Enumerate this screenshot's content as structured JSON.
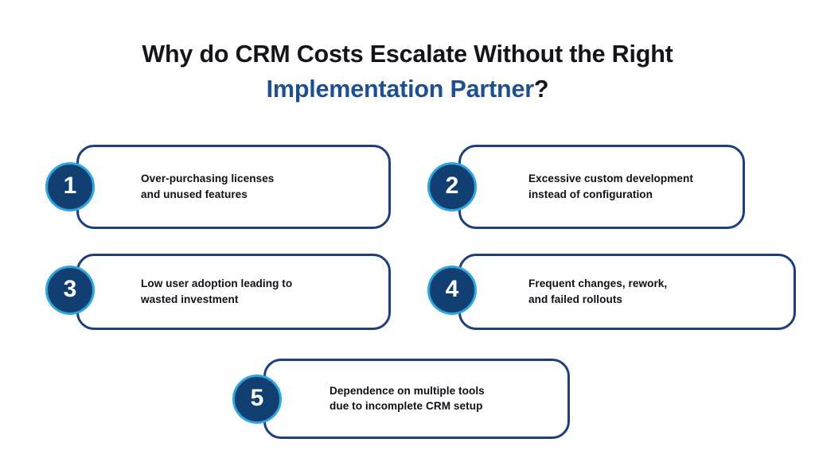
{
  "heading": {
    "line1": "Why do CRM Costs Escalate Without the Right",
    "line2_accent": "Implementation Partner",
    "line2_suffix": "?",
    "accent_color": "#1e4f8f",
    "text_color": "#14141c"
  },
  "theme": {
    "background": "#ffffff",
    "card_border": "#1b3f7f",
    "badge_fill": "#123f72",
    "badge_ring": "#2ea6e0",
    "badge_number_color": "#ffffff",
    "body_text": "#101018"
  },
  "cards": [
    {
      "number": "1",
      "line1": "Over-purchasing licenses",
      "line2": "and unused features"
    },
    {
      "number": "2",
      "line1": "Excessive custom development",
      "line2": "instead of configuration"
    },
    {
      "number": "3",
      "line1": "Low user adoption leading to",
      "line2": "wasted investment"
    },
    {
      "number": "4",
      "line1": "Frequent changes, rework,",
      "line2": "and failed rollouts"
    },
    {
      "number": "5",
      "line1": "Dependence on multiple tools",
      "line2": "due to incomplete CRM setup"
    }
  ]
}
